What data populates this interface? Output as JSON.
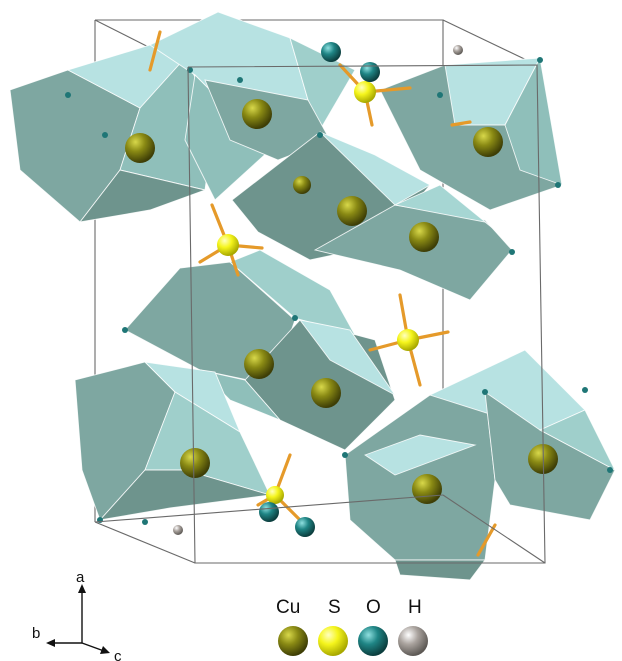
{
  "figure": {
    "axes": {
      "a": "a",
      "b": "b",
      "c": "c"
    },
    "legend": [
      {
        "label": "Cu",
        "color": "#7a7a12"
      },
      {
        "label": "S",
        "color": "#f2f21a"
      },
      {
        "label": "O",
        "color": "#2a8a8a"
      },
      {
        "label": "H",
        "color": "#a9a29d"
      }
    ],
    "colors": {
      "polyhedron_light": "#b7e2e2",
      "polyhedron_mid": "#8fbfba",
      "polyhedron_dark": "#6e948d",
      "bond": "#e59a2a",
      "cell_edge": "#6a6a6a"
    }
  }
}
